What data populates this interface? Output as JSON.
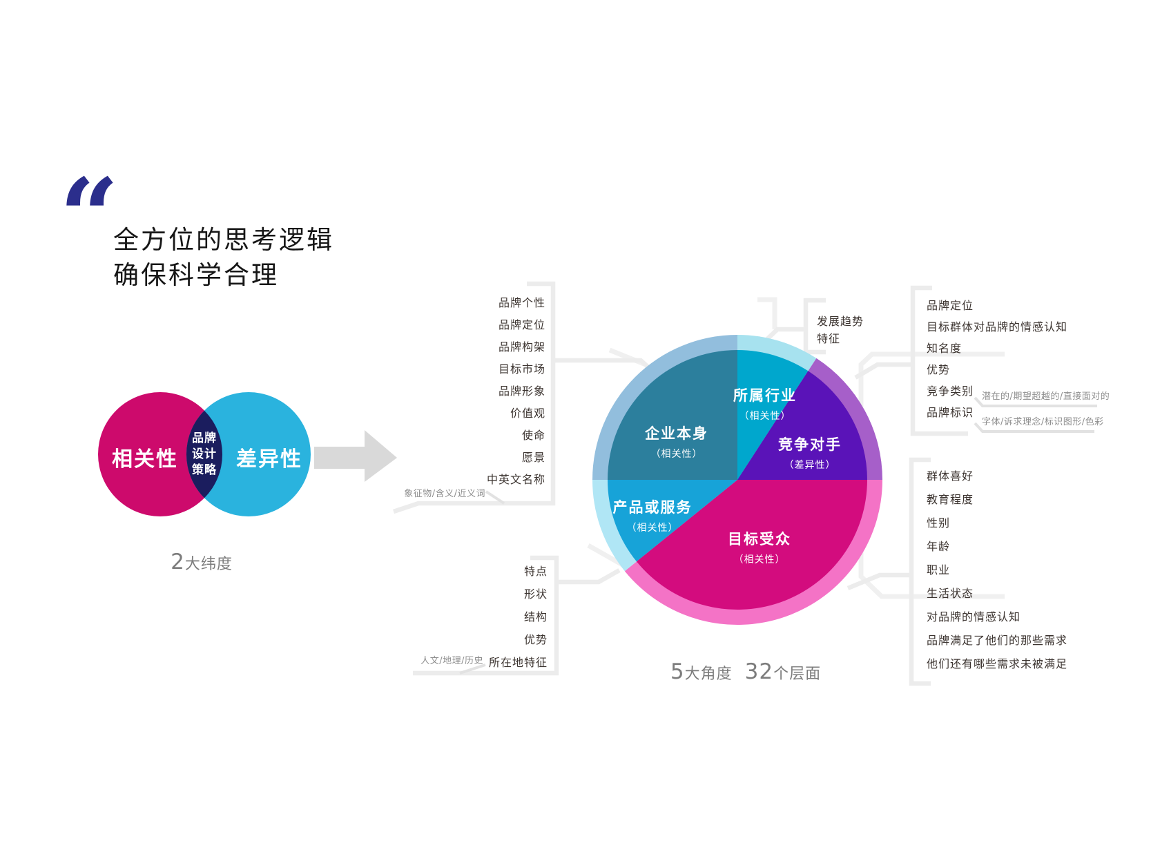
{
  "quote_mark": "“",
  "title": {
    "text": "全方位的思考逻辑\n确保科学合理"
  },
  "venn": {
    "left_label": "相关性",
    "right_label": "差异性",
    "center_lines": [
      "品牌",
      "设计",
      "策略"
    ],
    "caption_number": "2",
    "caption_text": "大纬度"
  },
  "pie": {
    "caption_number1": "5",
    "caption_text1": "大角度",
    "caption_number2": "32",
    "caption_text2": "个层面",
    "segments": [
      {
        "label": "企业本身",
        "sub": "（相关性）"
      },
      {
        "label": "所属行业",
        "sub": "（相关性）"
      },
      {
        "label": "竞争对手",
        "sub": "（差异性）"
      },
      {
        "label": "目标受众",
        "sub": "（相关性）"
      },
      {
        "label": "产品或服务",
        "sub": "（相关性）"
      }
    ]
  },
  "chart_data": {
    "type": "pie",
    "categories": [
      "企业本身(相关性)",
      "所属行业(相关性)",
      "竞争对手(差异性)",
      "目标受众(相关性)",
      "产品或服务(相关性)"
    ],
    "values": [
      25,
      9.2,
      15.8,
      39.2,
      10.8
    ],
    "title": "5大角度 32个层面",
    "legend_position": "inside",
    "start_angles_deg": [
      270,
      0,
      33,
      90,
      231
    ]
  },
  "lists": {
    "corporate": {
      "items": [
        "品牌个性",
        "品牌定位",
        "品牌构架",
        "目标市场",
        "品牌形象",
        "价值观",
        "使命",
        "愿景",
        "中英文名称"
      ],
      "sub": "象征物/含义/近义词"
    },
    "product": {
      "items": [
        "特点",
        "形状",
        "结构",
        "优势",
        "所在地特征"
      ],
      "sub": "人文/地理/历史"
    },
    "industry": {
      "items": [
        "发展趋势",
        "特征"
      ]
    },
    "competitor": {
      "items": [
        "品牌定位",
        "目标群体对品牌的情感认知",
        "知名度",
        "优势",
        "竞争类别",
        "品牌标识"
      ],
      "sub1": "潜在的/期望超越的/直接面对的",
      "sub2": "字体/诉求理念/标识图形/色彩"
    },
    "audience": {
      "items": [
        "群体喜好",
        "教育程度",
        "性别",
        "年龄",
        "职业",
        "生活状态",
        "对品牌的情感认知",
        "品牌满足了他们的那些需求",
        "他们还有哪些需求未被满足"
      ]
    }
  },
  "colors": {
    "quote": "#2b2e8c",
    "venn_left": "#cd0a6c",
    "venn_right": "#2ab3de",
    "venn_center": "#1b1d5e",
    "arrow": "#d9d9d9",
    "pie": {
      "corporate": "#2c7f9d",
      "industry": "#00a7cd",
      "competitor": "#5a13b8",
      "audience": "#d30c7e",
      "product": "#17a3d8"
    },
    "halo": {
      "corporate": "#92bedd",
      "industry": "#a7e2ef",
      "competitor": "#a65fc9",
      "audience": "#f473c6",
      "product": "#b0e6f5"
    },
    "bracket": "#ececec",
    "decor": "#f0f0f0"
  }
}
